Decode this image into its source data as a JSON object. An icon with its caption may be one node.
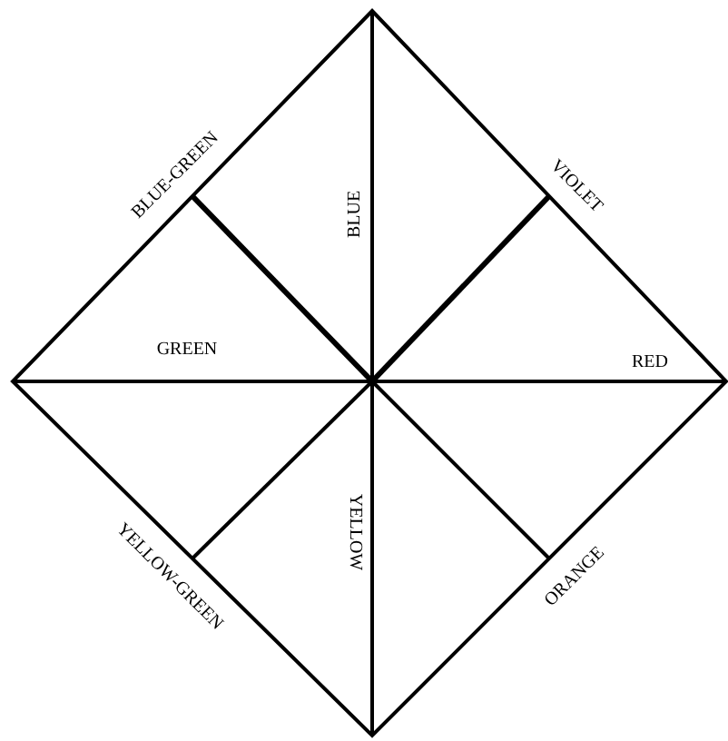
{
  "diagram": {
    "labels": [
      "BLUE-GREEN",
      "VIOLET",
      "BLUE",
      "GREEN",
      "RED",
      "YELLOW-GREEN",
      "YELLOW",
      "ORANGE"
    ]
  }
}
